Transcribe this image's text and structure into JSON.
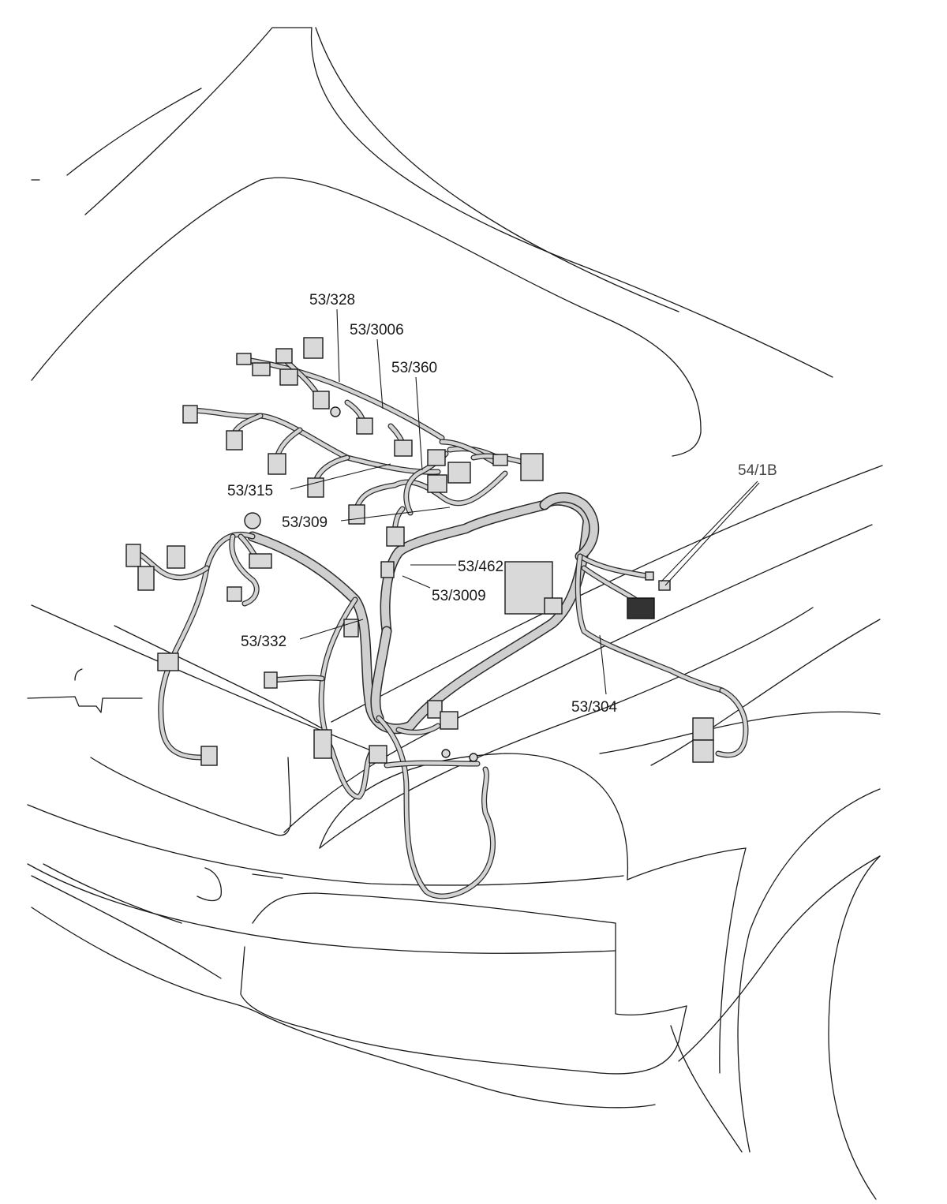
{
  "callouts": [
    {
      "id": "c1",
      "text": "53/328"
    },
    {
      "id": "c2",
      "text": "53/3006"
    },
    {
      "id": "c3",
      "text": "53/360"
    },
    {
      "id": "c4",
      "text": "54/1B"
    },
    {
      "id": "c5",
      "text": "53/315"
    },
    {
      "id": "c6",
      "text": "53/309"
    },
    {
      "id": "c7",
      "text": "53/462"
    },
    {
      "id": "c8",
      "text": "53/3009"
    },
    {
      "id": "c9",
      "text": "53/332"
    },
    {
      "id": "c10",
      "text": "53/304"
    }
  ]
}
